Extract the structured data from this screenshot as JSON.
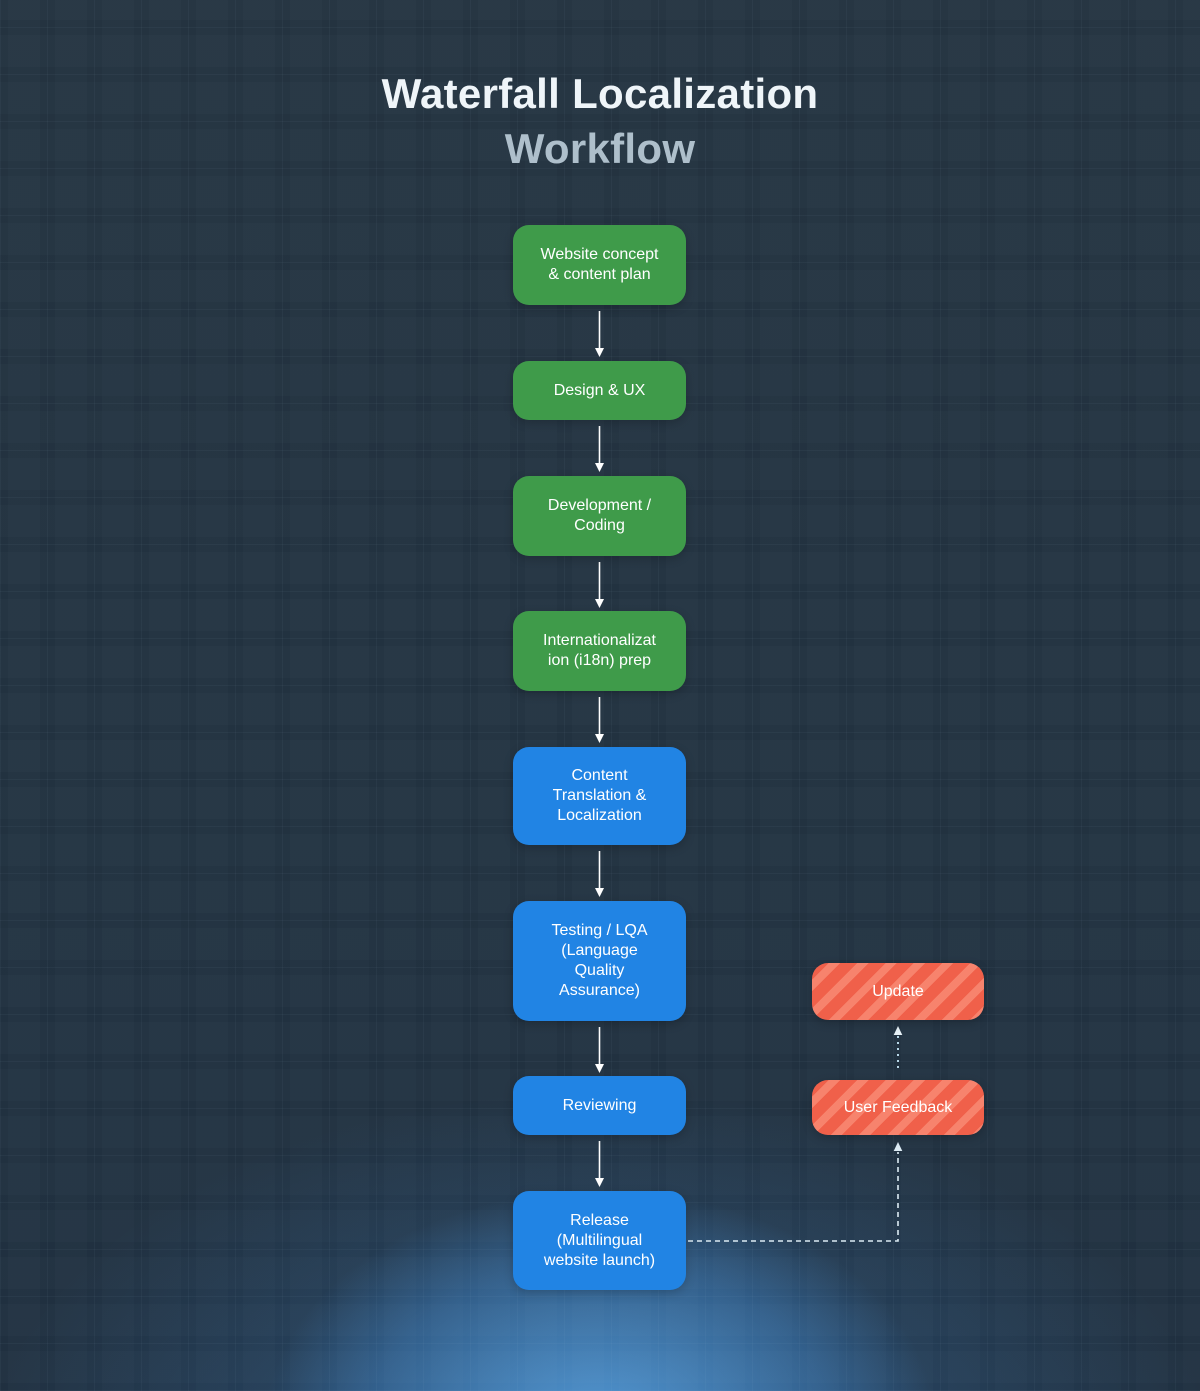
{
  "title": {
    "line1": "Waterfall Localization",
    "line2": "Workflow"
  },
  "flow": {
    "steps": [
      {
        "id": "website-concept",
        "label": "Website concept\n& content plan",
        "phase_color": "green"
      },
      {
        "id": "design-ux",
        "label": "Design & UX",
        "phase_color": "green"
      },
      {
        "id": "development-coding",
        "label": "Development /\nCoding",
        "phase_color": "green"
      },
      {
        "id": "i18n-prep",
        "label": "Internationalizat\nion (i18n) prep",
        "phase_color": "green"
      },
      {
        "id": "content-translation",
        "label": "Content\nTranslation &\nLocalization",
        "phase_color": "blue"
      },
      {
        "id": "testing-lqa",
        "label": "Testing / LQA\n(Language\nQuality\nAssurance)",
        "phase_color": "blue"
      },
      {
        "id": "reviewing",
        "label": "Reviewing",
        "phase_color": "blue"
      },
      {
        "id": "release",
        "label": "Release\n(Multilingual\nwebsite launch)",
        "phase_color": "blue"
      }
    ],
    "feedback_loop": [
      {
        "id": "update",
        "label": "Update",
        "phase_color": "orange-striped"
      },
      {
        "id": "user-feedback",
        "label": "User Feedback",
        "phase_color": "orange-striped"
      }
    ]
  },
  "colors": {
    "background": "#233340",
    "green": "#3f9b4a",
    "blue": "#2184e4",
    "orange_base": "#f0604a",
    "orange_stripe": "#f7836d",
    "arrow_solid": "#ffffff",
    "connector_dashed": "#dcebf4",
    "connector_dotted": "#b7d6e7",
    "bottom_glow": "#3f86c8"
  }
}
